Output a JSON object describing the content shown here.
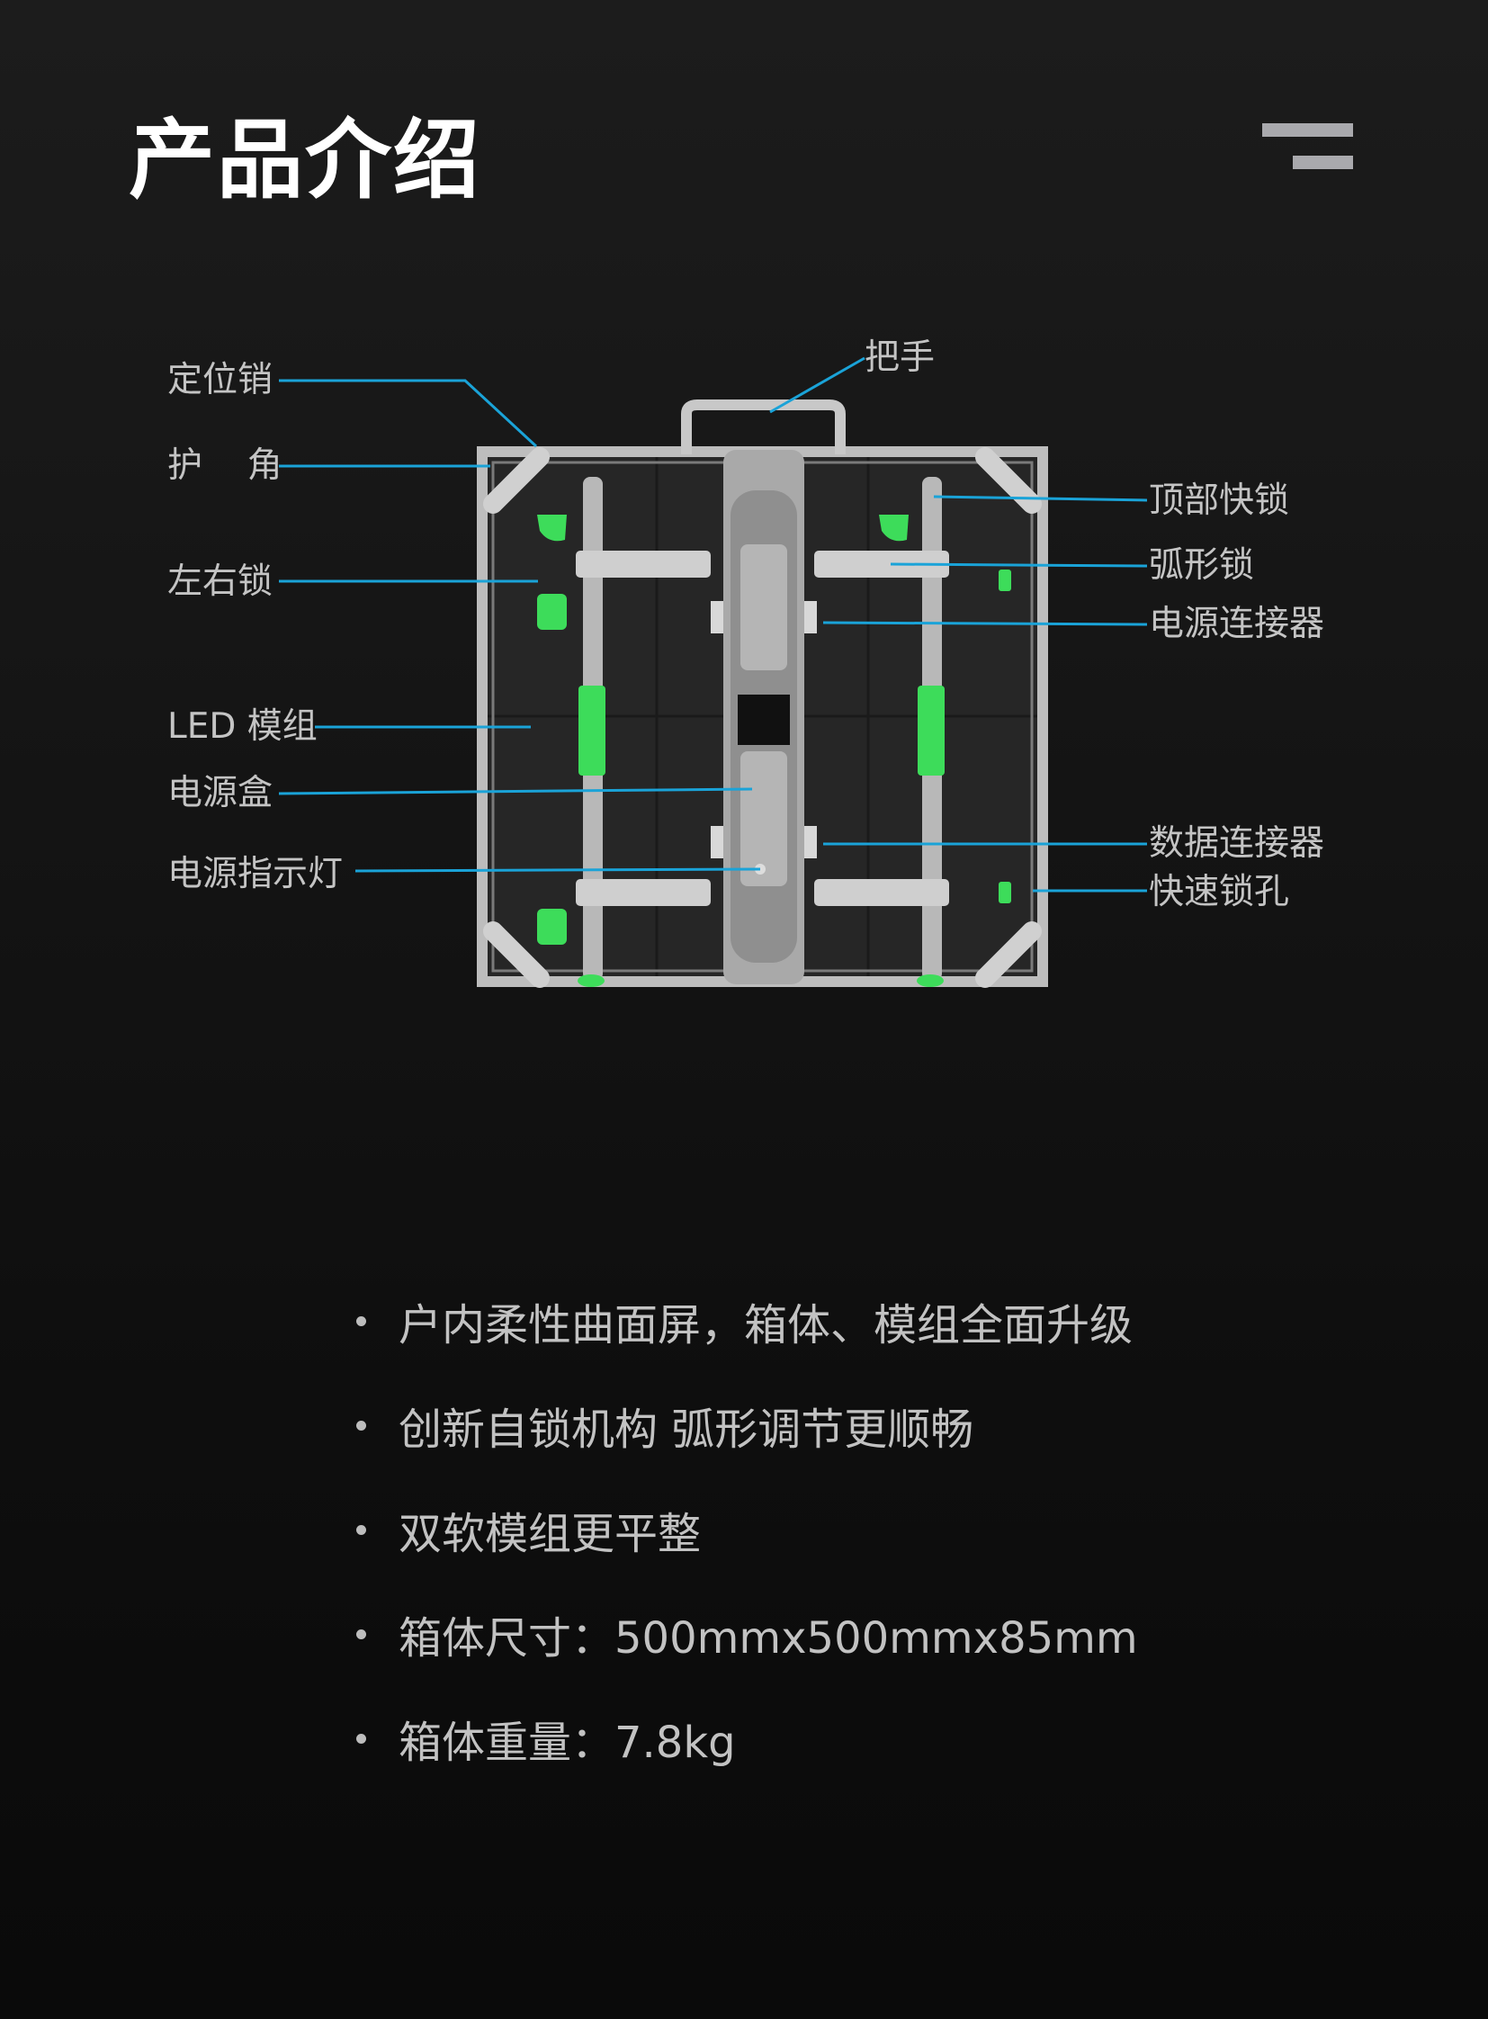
{
  "header": {
    "title": "产品介绍",
    "menu_icon": "menu-lines-icon"
  },
  "diagram": {
    "labels_left": [
      "定位销",
      "护    角",
      "左右锁",
      "LED 模组",
      "电源盒",
      "电源指示灯"
    ],
    "labels_top": [
      "把手"
    ],
    "labels_right": [
      "顶部快锁",
      "弧形锁",
      "电源连接器",
      "数据连接器",
      "快速锁孔"
    ],
    "line_color": "#1aa3d8",
    "accent_green": "#3ddc5a"
  },
  "features": [
    "户内柔性曲面屏，箱体、模组全面升级",
    "创新自锁机构 弧形调节更顺畅",
    "双软模组更平整",
    "箱体尺寸：500mmx500mmx85mm",
    "箱体重量：7.8kg"
  ]
}
